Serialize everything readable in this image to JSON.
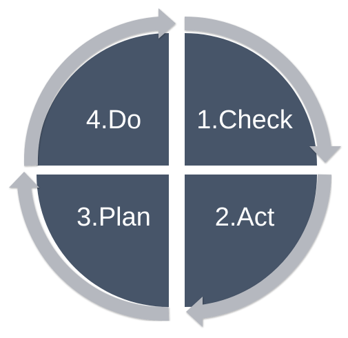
{
  "diagram": {
    "kind": "cycle",
    "colors": {
      "quadrant_fill": "#475569",
      "arrow_ring": "#b5b8bf",
      "label_text": "#ffffff",
      "background": "#ffffff"
    },
    "quadrants": {
      "top_left": {
        "label": "4.Do"
      },
      "top_right": {
        "label": "1.Check"
      },
      "bottom_right": {
        "label": "2.Act"
      },
      "bottom_left": {
        "label": "3.Plan"
      }
    },
    "flow_direction": "clockwise"
  }
}
